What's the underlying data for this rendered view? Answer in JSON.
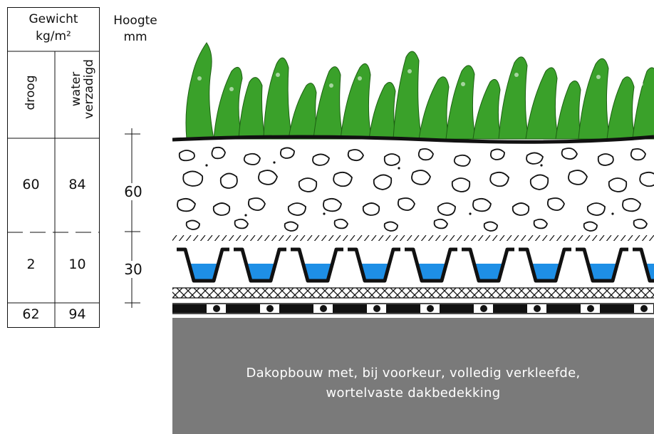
{
  "weight_table": {
    "header_line1": "Gewicht",
    "header_line2": "kg/m²",
    "col_dry": "droog",
    "col_wet_line1": "water",
    "col_wet_line2": "verzadigd",
    "rows": [
      {
        "dry": "60",
        "wet": "84"
      },
      {
        "dry": "2",
        "wet": "10"
      }
    ],
    "total": {
      "dry": "62",
      "wet": "94"
    }
  },
  "height_scale": {
    "header_line1": "Hoogte",
    "header_line2": "mm",
    "values": [
      "60",
      "30"
    ]
  },
  "roof": {
    "caption_line1": "Dakopbouw met, bij voorkeur, volledig verkleefde,",
    "caption_line2": "wortelvaste dakbedekking"
  },
  "colors": {
    "vegetation": "#3aa12a",
    "water": "#1e8fe6",
    "roof": "#7a7a7a",
    "lines": "#111111"
  }
}
